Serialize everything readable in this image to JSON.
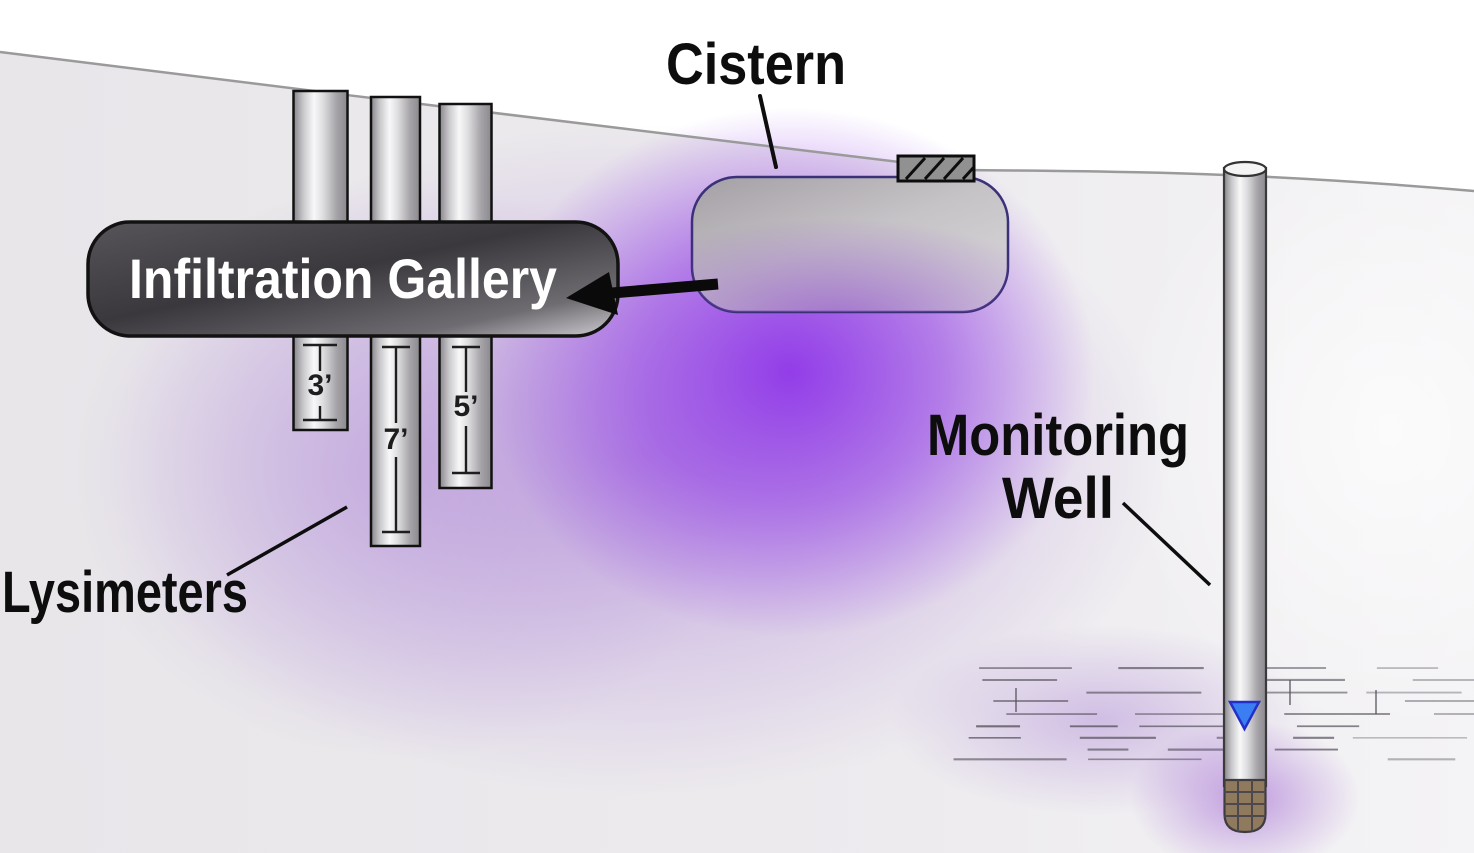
{
  "figure": {
    "kind": "groundwater-infiltration-schematic"
  },
  "labels": {
    "cistern": "Cistern",
    "infiltration_gallery": "Infiltration Gallery",
    "lysimeters": "Lysimeters",
    "monitoring_well_line1": "Monitoring",
    "monitoring_well_line2": "Well"
  },
  "lysimeters": {
    "tubes": [
      {
        "depth": "3’"
      },
      {
        "depth": "7’"
      },
      {
        "depth": "5’"
      }
    ]
  },
  "colors": {
    "plume_core": "#8f36e8",
    "plume_halo": "#a87ad6",
    "plume_soft": "#b796da",
    "well_glow": "#9858d0",
    "water_marker_fill": "#3b7df2",
    "water_marker_stroke": "#2330c8",
    "screen_brown": "#8f7a5e",
    "cistern_border": "#3a3178",
    "ground_line": "#9a9a9a"
  }
}
